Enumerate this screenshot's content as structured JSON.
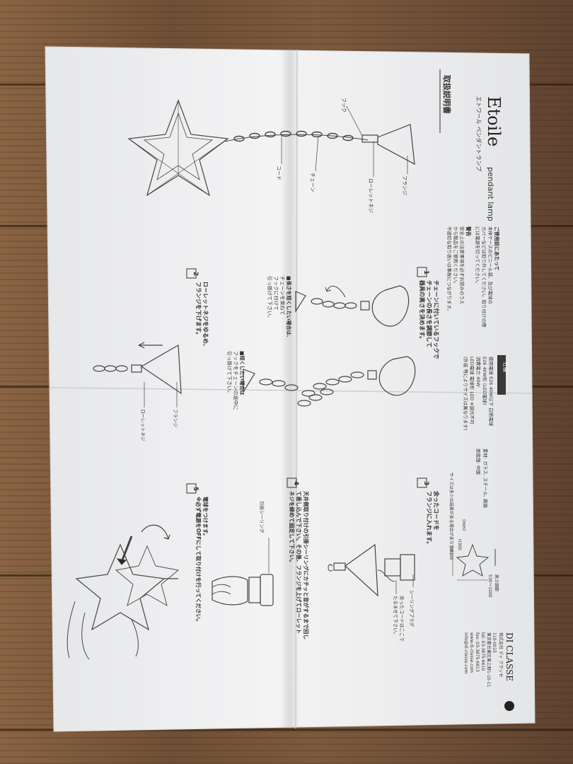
{
  "doc_header": {
    "doc_type": "取扱説明書",
    "product_name": "Etoile",
    "product_kana": "エトワール ペンダントランプ",
    "product_subtitle": "pendant lamp"
  },
  "overview_labels": {
    "hook": "フック",
    "cord": "コード",
    "chain": "チェーン",
    "rosette_screw": "ローレットネジ",
    "flange": "フランジ"
  },
  "caution": {
    "lines": [
      "ご使用前にあたって",
      "本体ケースのビニール袋、及び電球の",
      "カバーなどは取り外してください。取り付けの際",
      "には電源を切ってください。",
      "警告",
      "安全上の注意事項を必ずお読みのうえ",
      "から製品をご使用ください。",
      "不適切な取り扱いは事故につながります。"
    ]
  },
  "spec": {
    "badge": "仕様",
    "lines": [
      "使用電球 E26 40W以下 白熱電球",
      "E26 40W形 (LED電球)",
      "消費電力 40W",
      "LED電球 電球形 LED ※調光不可",
      "(外装 等によりサイズは異なります)"
    ],
    "material_lines": [
      "素材: ガラス, スチール, 真鍮",
      "原産国: 中国"
    ],
    "size_note": "サイズは多少の誤差がある場合があります。",
    "dim_h": "H300",
    "dim_w": "W300",
    "dim_unit": "(mm)",
    "cord_length_label": "高さ調節",
    "cord_length_value": "530〜1000"
  },
  "steps": [
    {
      "number": "1",
      "text_lines": [
        "チェーンに付いているフックで",
        "チェーンの長さを調節して",
        "器具の高さを決めます。"
      ],
      "note_a": [
        "■長さを短くしたい場合は、",
        "チェーンを束ねて",
        "フックに付けて",
        "引っ掛けて下さい。"
      ],
      "note_b": [
        "■短くしたい場合は",
        "フックをチェーンの途中に",
        "引っ掛けて下さい。"
      ]
    },
    {
      "number": "2",
      "text_lines": [
        "ローレットネジをゆるめ、",
        "フランジを下げます。"
      ],
      "label_flange": "フランジ",
      "label_screw": "ローレットネジ"
    },
    {
      "number": "3",
      "text_lines": [
        "余ったコードを",
        "フランジに入れます。"
      ],
      "label_plug": "シーリングプラグ",
      "label_cord": [
        "余ったコードはここで",
        "たるませて下さい。"
      ]
    },
    {
      "number": "4",
      "text_lines": [
        "天井側取り付けの引掛シーリングにカチッと音がするまで回し",
        "て差し込んで下さい。その後、フランジを上げてローレット",
        "ネジを締めて固定して下さい。"
      ],
      "label_ceiling": "引掛シーリング"
    },
    {
      "number": "5",
      "text_lines": [
        "電球をつけます。",
        "※必ず電源をOFFにして取り付けを行ってください。"
      ]
    }
  ],
  "company": {
    "name": "DI CLASSE",
    "name_jp": "株式会社 ディ クラッセ",
    "address": [
      "110-0015",
      "東京都台東区東上野1-10-11"
    ],
    "tel": "tel: 03-3875-6610",
    "fax": "fax: 03-3875-6613",
    "web": "www.di-classe.com",
    "email": "info@di-classe.com"
  }
}
